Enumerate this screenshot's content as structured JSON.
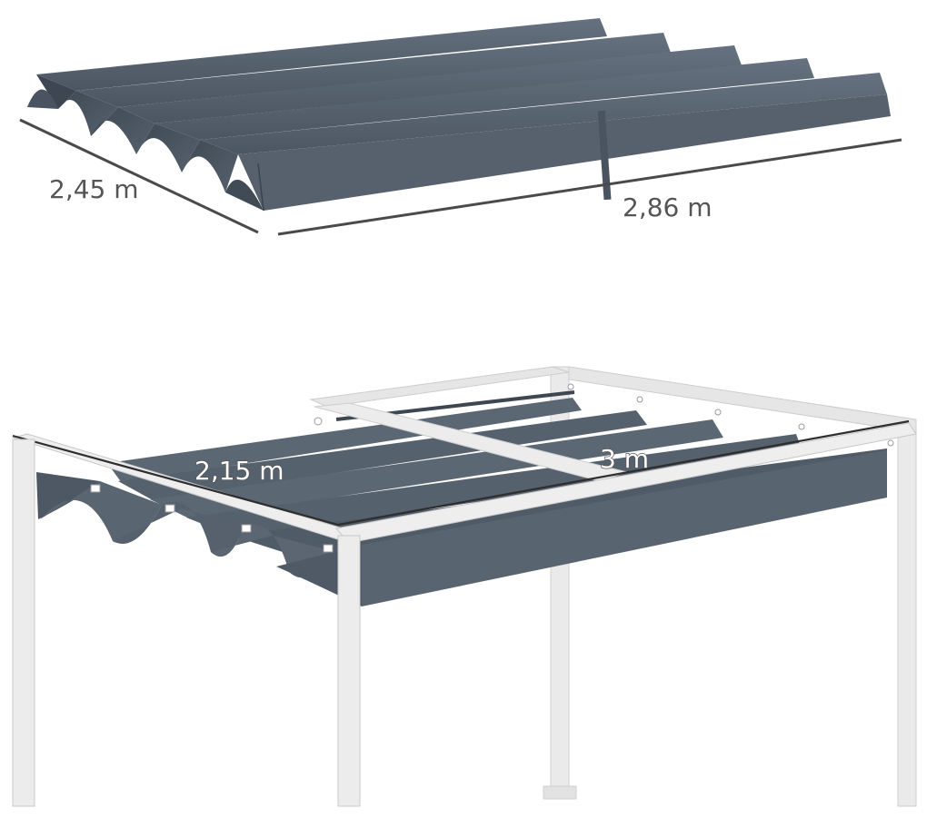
{
  "canopy": {
    "width_label": "2,45 m",
    "length_label": "2,86 m",
    "fabric_color": "#5a6675",
    "fabric_shade": "#3e4854"
  },
  "pergola": {
    "depth_label": "2,15 m",
    "width_label": "3 m",
    "frame_color": "#e8e8e8",
    "frame_edge": "#c9c9c9"
  }
}
